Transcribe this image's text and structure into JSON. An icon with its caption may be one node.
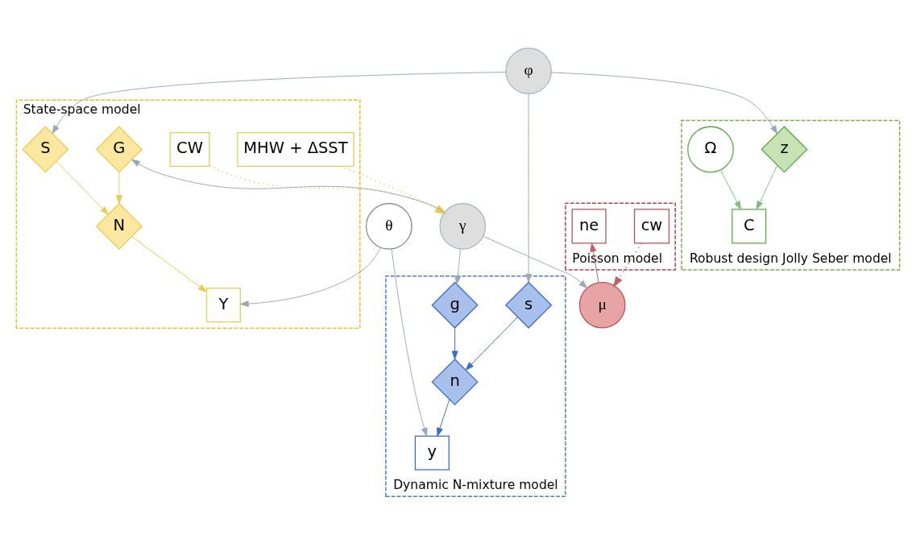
{
  "diagram": {
    "nodes": [
      {
        "text": [
          "State-space model"
        ]
      },
      {
        "text": [
          "N"
        ],
        "in": 0
      },
      {
        "text": [
          "MHW + ΔSST"
        ],
        "in": 0
      },
      {
        "text": [
          "S"
        ],
        "in": 0
      },
      {
        "text": [
          "Y"
        ],
        "in": 0
      },
      {
        "text": [
          "G"
        ],
        "in": 0
      },
      {
        "text": [
          "CW"
        ],
        "in": 0
      },
      {
        "text": [
          "Robust design Jolly Seber model"
        ]
      },
      {
        "text": [
          "z"
        ],
        "in": 7
      },
      {
        "text": [
          "Ω"
        ],
        "in": 7
      },
      {
        "text": [
          "C"
        ],
        "in": 7
      },
      {
        "text": [
          "φ"
        ]
      },
      {
        "text": [
          "θ"
        ]
      },
      {
        "text": [
          "γ"
        ]
      },
      {
        "text": [
          "Dynamic N-mixture model"
        ]
      },
      {
        "text": [
          "s"
        ],
        "in": 14
      },
      {
        "text": [
          "y"
        ],
        "in": 14
      },
      {
        "text": [
          "g"
        ],
        "in": 14
      },
      {
        "text": [
          "n"
        ],
        "in": 14
      },
      {
        "text": [
          "Poisson model"
        ]
      },
      {
        "text": [
          "μ"
        ]
      },
      {
        "text": [
          "cw"
        ],
        "in": 19
      },
      {
        "text": [
          "ne"
        ],
        "in": 19
      }
    ],
    "edges": [
      {
        "from": 3,
        "to": 1,
        "arrow": "to",
        "color": "#e8cc50"
      },
      {
        "from": 1,
        "to": 4,
        "arrow": "to",
        "color": "#e8cc50"
      },
      {
        "from": 5,
        "to": 1,
        "arrow": "to",
        "color": "#e8cc50"
      },
      {
        "from": 11,
        "to": 3,
        "arrow": "to"
      },
      {
        "from": 12,
        "to": 4,
        "arrow": "to"
      },
      {
        "from": 13,
        "to": 5,
        "arrow": "to"
      },
      {
        "from": 2,
        "to": 13,
        "arrow": "to",
        "style": "dashed",
        "color": "#e8cc50"
      },
      {
        "from": 6,
        "to": 13,
        "arrow": "to",
        "style": "dashed",
        "color": "#e8cc50"
      },
      {
        "from": 11,
        "to": 8,
        "arrow": "to"
      },
      {
        "from": 8,
        "to": 10,
        "arrow": "to",
        "color": "#7cc07c"
      },
      {
        "from": 9,
        "to": 10,
        "arrow": "to",
        "color": "#7cc07c"
      },
      {
        "from": 11,
        "to": 15,
        "arrow": "to"
      },
      {
        "from": 12,
        "to": 16,
        "arrow": "to"
      },
      {
        "from": 13,
        "to": 17,
        "arrow": "to"
      },
      {
        "from": 15,
        "to": 18,
        "arrow": "to",
        "color": "#3a6bc8"
      },
      {
        "from": 18,
        "to": 16,
        "arrow": "to",
        "color": "#3a6bc8"
      },
      {
        "from": 17,
        "to": 18,
        "arrow": "to",
        "color": "#3a6bc8"
      },
      {
        "from": 13,
        "to": 20,
        "arrow": "to"
      },
      {
        "from": 21,
        "to": 20,
        "arrow": "to",
        "style": "dashed",
        "color": "#c06060"
      },
      {
        "from": 20,
        "to": 22,
        "arrow": "to",
        "color": "#c06060"
      }
    ]
  }
}
